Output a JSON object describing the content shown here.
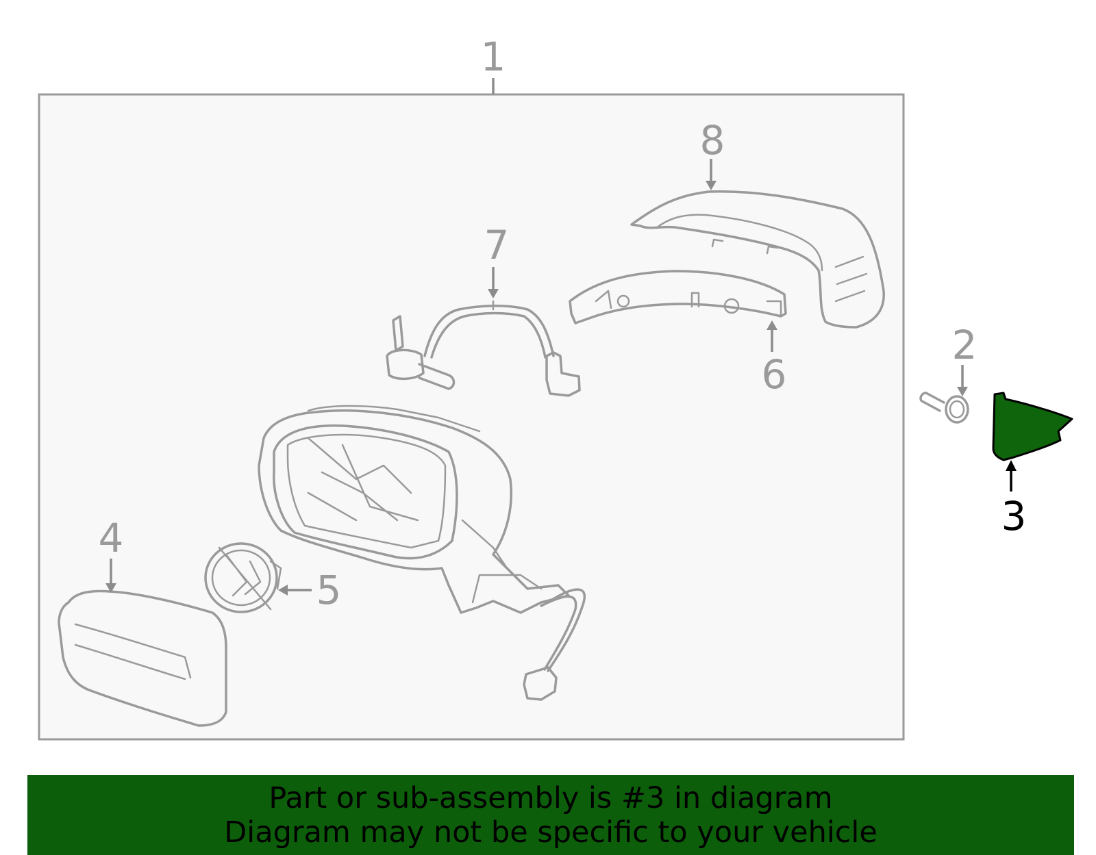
{
  "callouts": {
    "c1": "1",
    "c2": "2",
    "c3": "3",
    "c4": "4",
    "c5": "5",
    "c6": "6",
    "c7": "7",
    "c8": "8"
  },
  "highlight": {
    "part": "3",
    "color": "#0f650c"
  },
  "colors": {
    "banner": "#0d5e0a",
    "outline": "#9a9a9a",
    "panel": "#f8f8f8"
  },
  "banner": {
    "line1": "Part or sub-assembly is #3 in diagram",
    "line2": "Diagram may not be specific to your vehicle"
  }
}
